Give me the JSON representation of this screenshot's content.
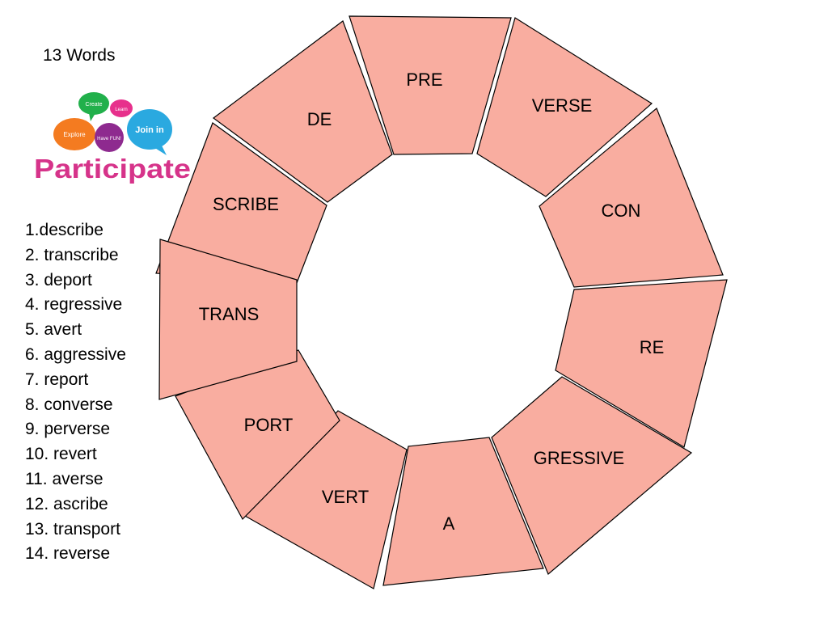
{
  "heading": "13 Words",
  "logo": {
    "bubbles": [
      "Create",
      "Learn",
      "Explore",
      "Have FUN!",
      "Join in"
    ],
    "wordmark": "Participate",
    "colors": [
      "#21b04b",
      "#e7308c",
      "#f47b20",
      "#8e2a8f",
      "#2aa9e0"
    ]
  },
  "words": [
    "1.describe",
    "2. transcribe",
    "3. deport",
    "4. regressive",
    "5. avert",
    "6. aggressive",
    "7. report",
    "8. converse",
    "9. perverse",
    "10. revert",
    "11. averse",
    "12. ascribe",
    "13. transport",
    "14. reverse"
  ],
  "segments": [
    "PRE",
    "VERSE",
    "CON",
    "RE",
    "GRESSIVE",
    "A",
    "VERT",
    "PORT",
    "TRANS",
    "SCRIBE",
    "DE"
  ],
  "segment_color": "#f9ada0"
}
